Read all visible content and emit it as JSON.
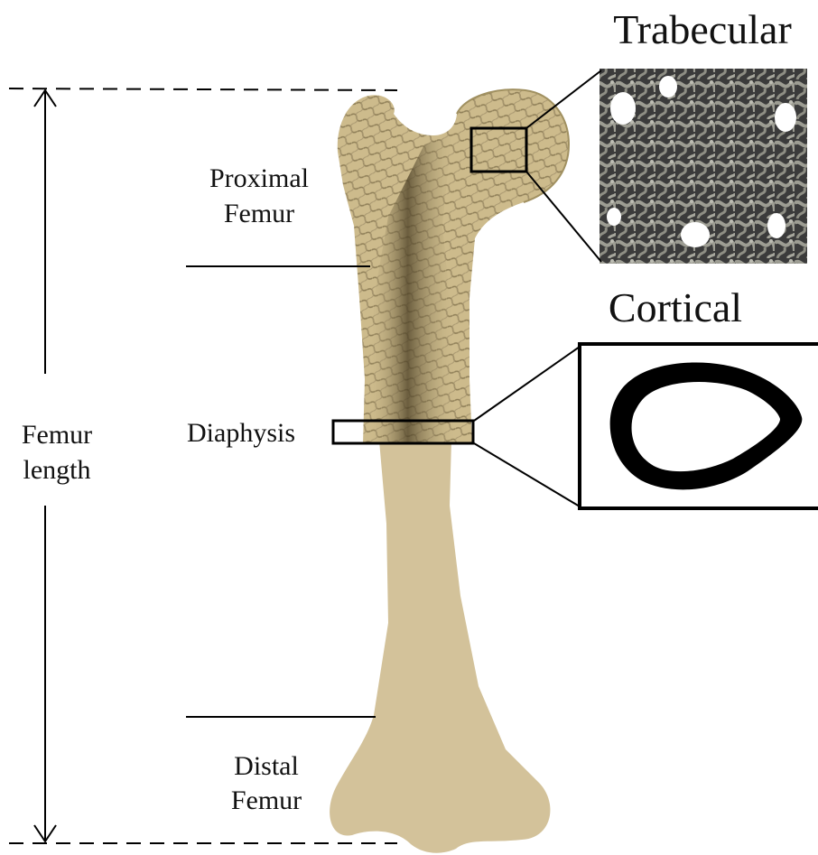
{
  "labels": {
    "trabecular": "Trabecular",
    "cortical": "Cortical",
    "proximal_femur_line1": "Proximal",
    "proximal_femur_line2": "Femur",
    "diaphysis": "Diaphysis",
    "femur_length_line1": "Femur",
    "femur_length_line2": "length",
    "distal_femur_line1": "Distal",
    "distal_femur_line2": "Femur"
  },
  "colors": {
    "bone_shaft": "#d3c29a",
    "bone_cut_surface": "#c9b88a",
    "bone_texture": "#8a7a55",
    "bone_dark_core": "#3d3420",
    "trabecular_bg": "#3a3a3a",
    "trabecular_struts": "#9a9a90",
    "cortical_ring": "#000000",
    "line": "#000000"
  },
  "icons": {
    "length_arrow": "double-headed-arrow"
  }
}
